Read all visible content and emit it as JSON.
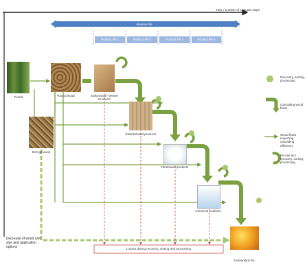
{
  "header": {
    "time_axis": "Time / number of cascade steps",
    "material_life": "Material life",
    "product_lives": [
      "Product life 1",
      "Product life 2",
      "Product life 3",
      "Product life 4"
    ]
  },
  "nodes": {
    "forest": "Forest",
    "round_wood": "Round wood",
    "energy_wood": "Energy wood",
    "solid_wood": "Solid wood / Veneer Products",
    "particleboard": "Particleboard products",
    "fibreboard": "Fibreboard products",
    "chemical": "Chemical products",
    "incineration": "Incineration for"
  },
  "bottom": {
    "losses": "Losses during recovery, sorting and processing",
    "decrease": "Decrease of wood unit size and application options"
  },
  "legend": {
    "recovery": "Recovery, sorting, processing",
    "cascading": "Cascading wood flows",
    "wood_flows": "Wood flows impacting cascading efficiency",
    "reuse": "Re-use incl. recovery, sorting, processing"
  },
  "colors": {
    "green": "#7aa040",
    "light_green": "#a8c870",
    "blue_bar": "#4f7fc4",
    "phase_box": "#9cb8e0",
    "red": "#c0504d"
  }
}
